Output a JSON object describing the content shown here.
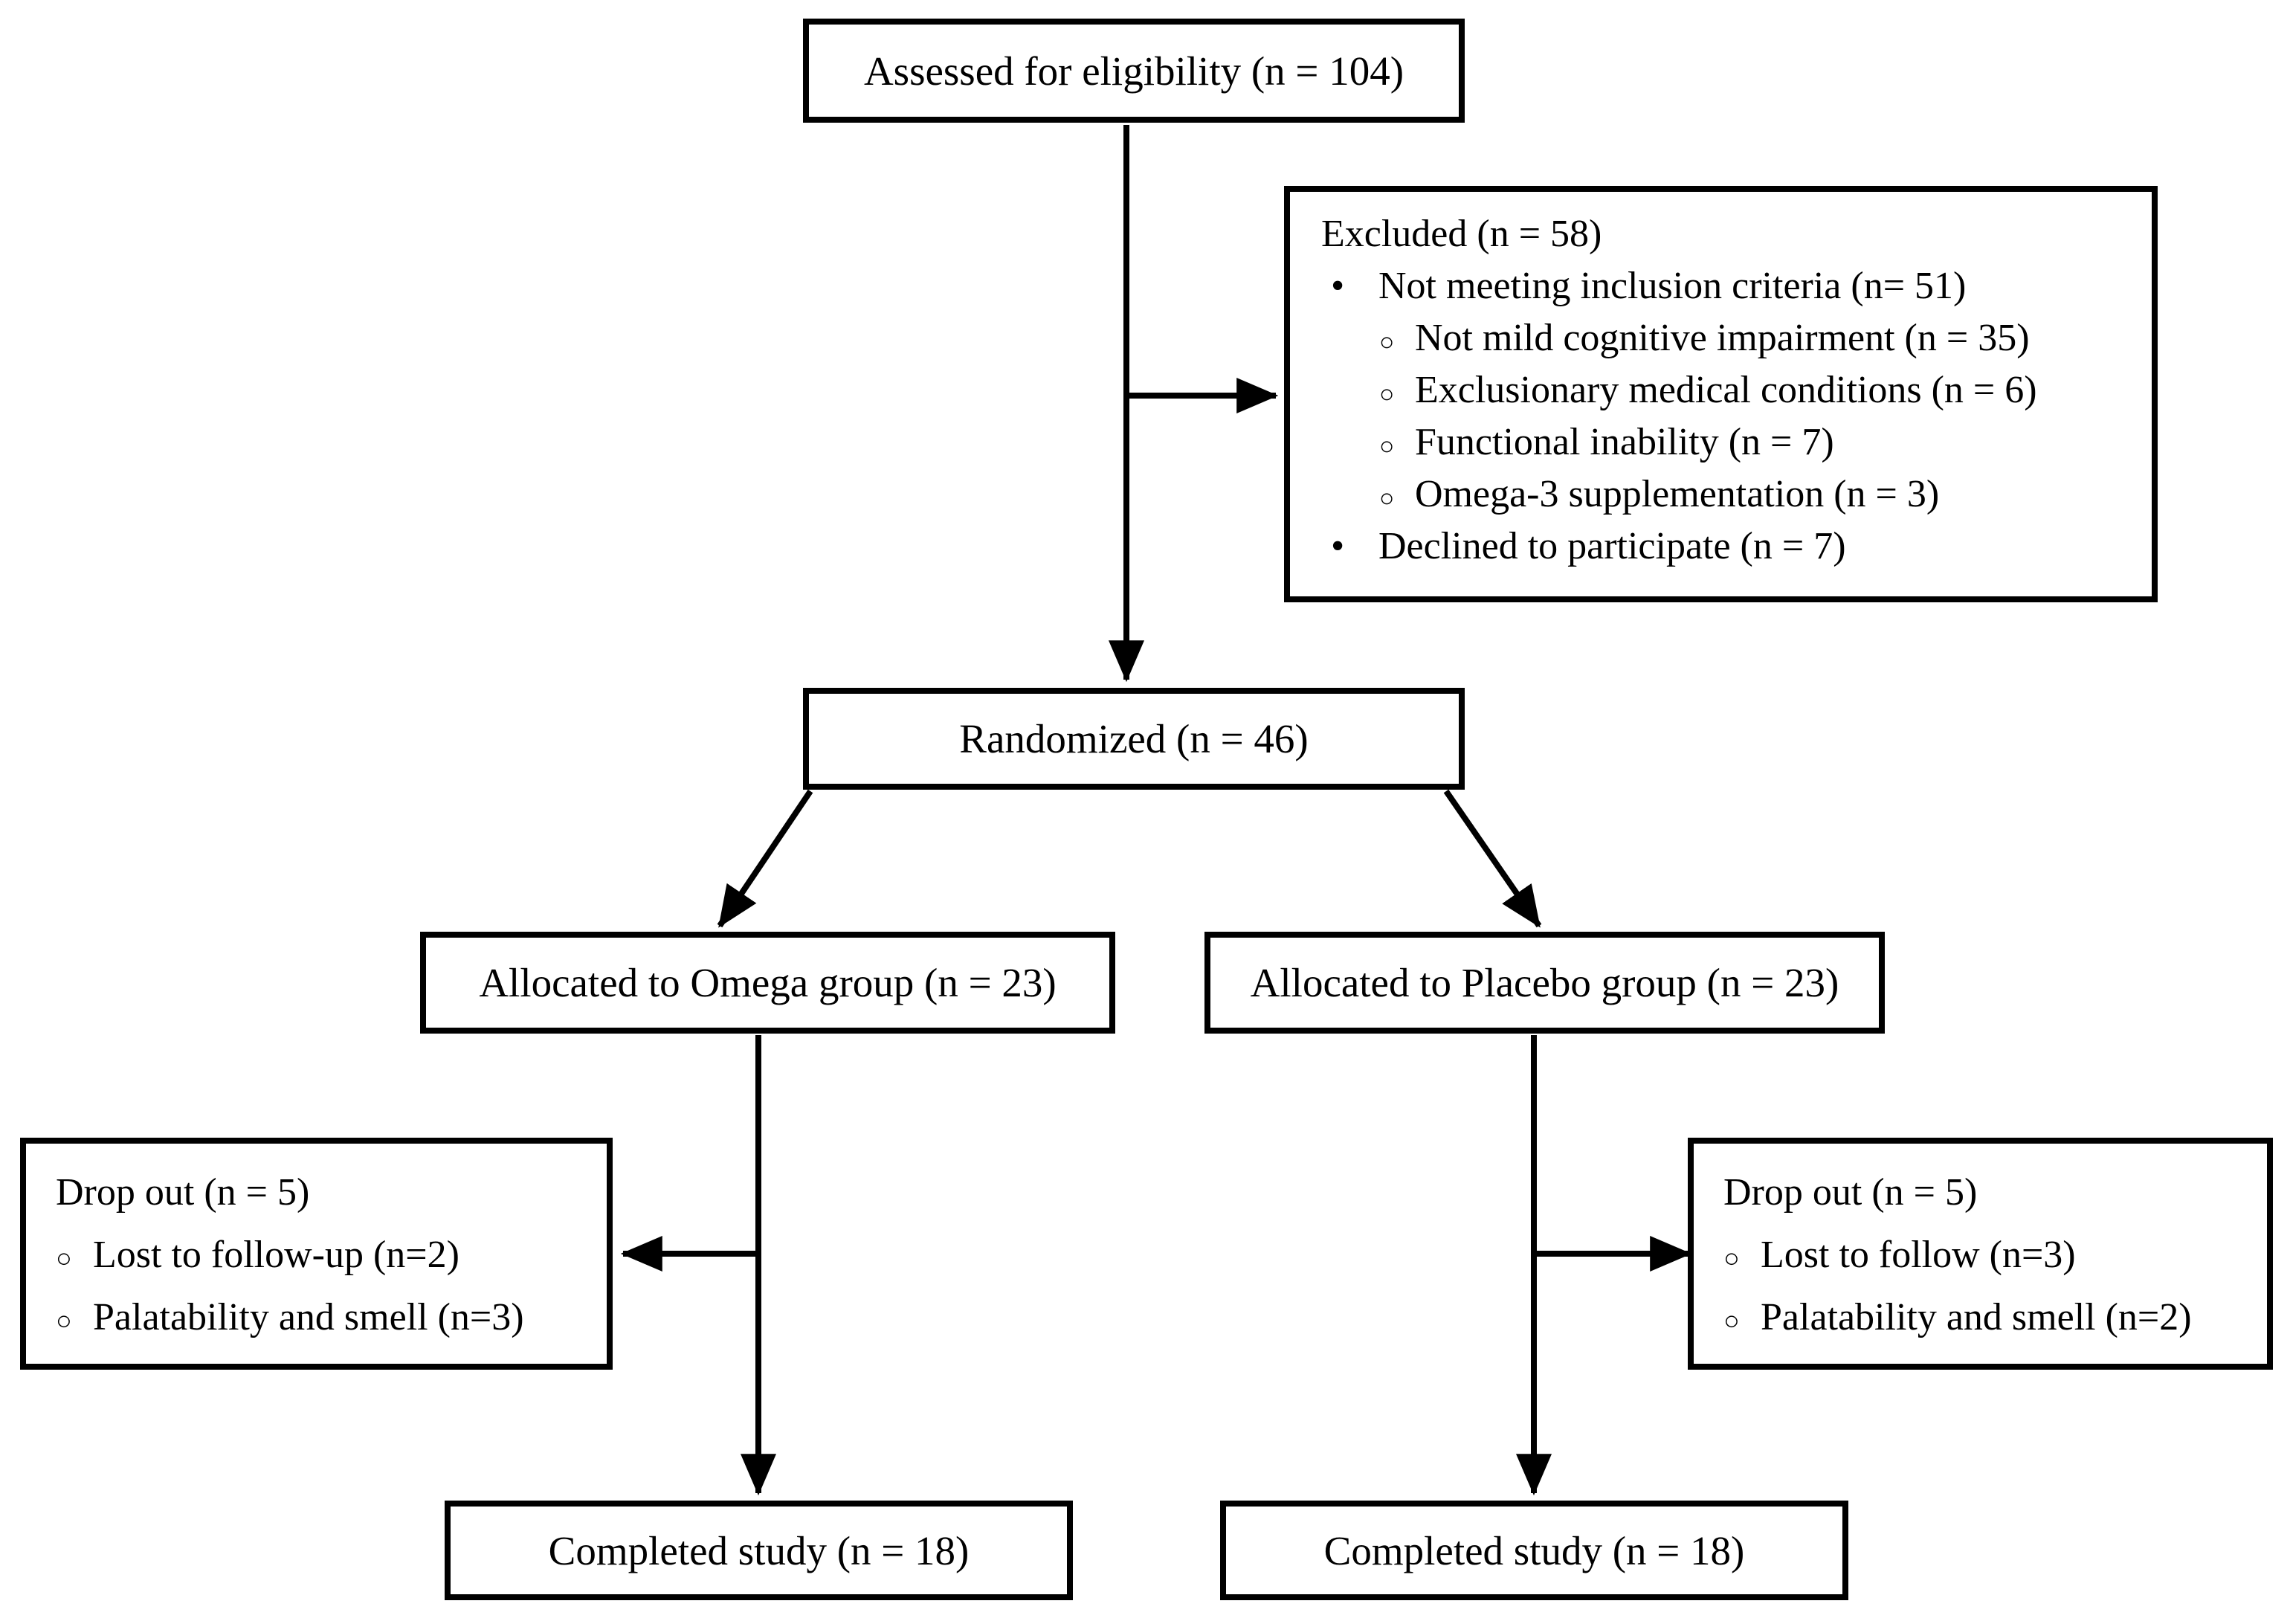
{
  "colors": {
    "background": "#ffffff",
    "border": "#000000",
    "text": "#000000",
    "line": "#000000"
  },
  "flow": {
    "assessed": {
      "label": "Assessed for eligibility (n = 104)"
    },
    "excluded": {
      "title": "Excluded (n = 58)",
      "items": [
        {
          "marker": "•",
          "text": "Not meeting inclusion criteria (n= 51)"
        },
        {
          "marker": "○",
          "text": "Not mild cognitive impairment (n = 35)"
        },
        {
          "marker": "○",
          "text": "Exclusionary medical conditions (n = 6)"
        },
        {
          "marker": "○",
          "text": "Functional inability (n = 7)"
        },
        {
          "marker": "○",
          "text": "Omega-3 supplementation (n = 3)"
        },
        {
          "marker": "•",
          "text": "Declined to participate (n = 7)"
        }
      ]
    },
    "randomized": {
      "label": "Randomized (n = 46)"
    },
    "allocated_omega": {
      "label": "Allocated to Omega group (n = 23)"
    },
    "allocated_placebo": {
      "label": "Allocated to Placebo group (n = 23)"
    },
    "dropout_omega": {
      "title": "Drop out (n = 5)",
      "items": [
        {
          "marker": "○",
          "text": "Lost to follow-up (n=2)"
        },
        {
          "marker": "○",
          "text": "Palatability and smell (n=3)"
        }
      ]
    },
    "dropout_placebo": {
      "title": "Drop out (n = 5)",
      "items": [
        {
          "marker": "○",
          "text": "Lost to follow (n=3)"
        },
        {
          "marker": "○",
          "text": "Palatability and smell (n=2)"
        }
      ]
    },
    "completed_omega": {
      "label": "Completed study (n = 18)"
    },
    "completed_placebo": {
      "label": "Completed study (n = 18)"
    }
  }
}
